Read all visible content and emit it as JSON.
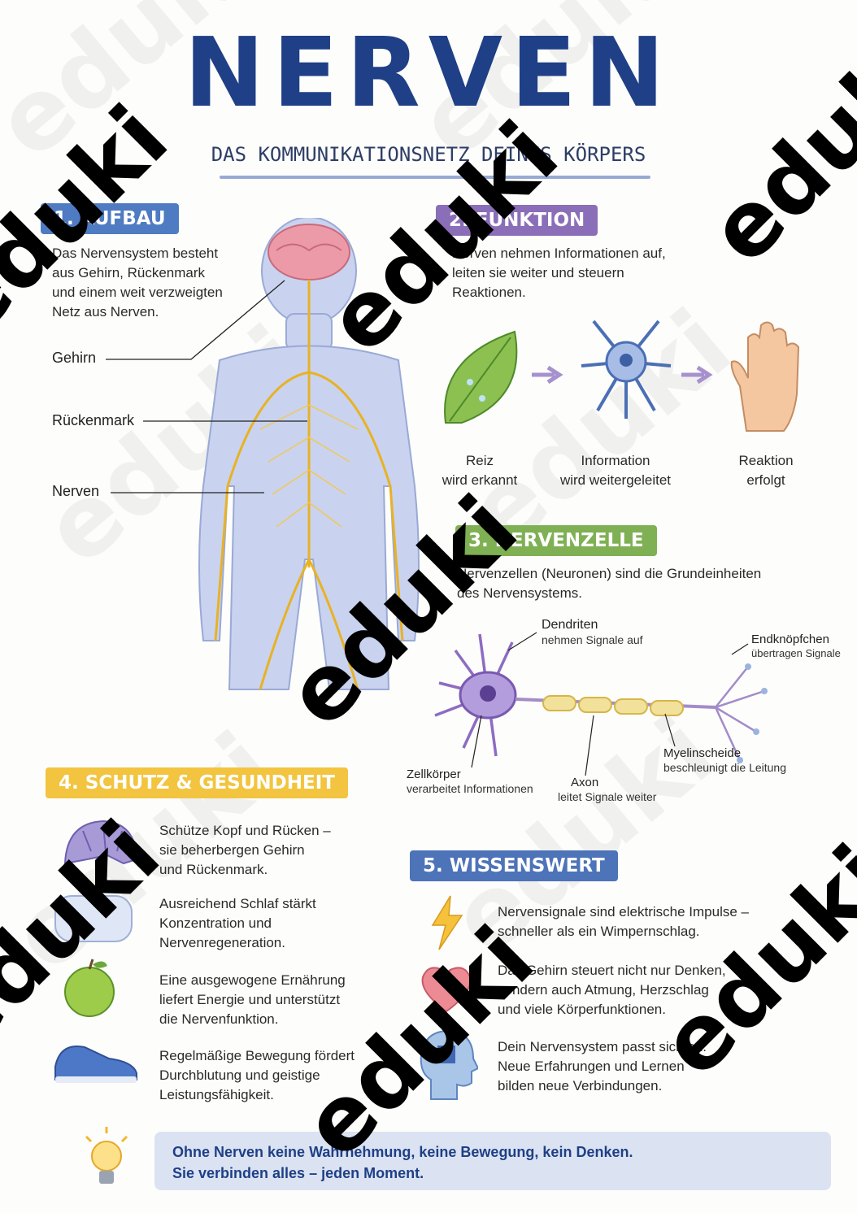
{
  "header": {
    "title": "NERVEN",
    "subtitle": "DAS KOMMUNIKATIONSNETZ DEINES KÖRPERS"
  },
  "aufbau": {
    "heading": "1. AUFBAU",
    "text": [
      "Das Nervensystem besteht",
      "aus Gehirn, Rückenmark",
      "und einem weit verzweigten",
      "Netz aus Nerven."
    ],
    "labels": [
      "Gehirn",
      "Rückenmark",
      "Nerven"
    ]
  },
  "funktion": {
    "heading": "2. FUNKTION",
    "text": [
      "Nerven nehmen Informationen auf,",
      "leiten sie weiter und steuern",
      "Reaktionen."
    ],
    "steps": [
      {
        "title": "Reiz",
        "sub": "wird erkannt"
      },
      {
        "title": "Information",
        "sub": "wird weitergeleitet"
      },
      {
        "title": "Reaktion",
        "sub": "erfolgt"
      }
    ]
  },
  "nervenzelle": {
    "heading": "3. NERVENZELLE",
    "text": [
      "Nervenzellen (Neuronen) sind die Grundeinheiten",
      "des Nervensystems."
    ],
    "parts": [
      {
        "name": "Dendriten",
        "desc": "nehmen Signale auf"
      },
      {
        "name": "Endknöpfchen",
        "desc": "übertragen Signale"
      },
      {
        "name": "Myelinscheide",
        "desc": "beschleunigt die Leitung"
      },
      {
        "name": "Zellkörper",
        "desc": "verarbeitet Informationen"
      },
      {
        "name": "Axon",
        "desc": "leitet Signale weiter"
      }
    ]
  },
  "schutz": {
    "heading": "4. SCHUTZ & GESUNDHEIT",
    "items": [
      {
        "icon": "helmet-icon",
        "lines": [
          "Schütze Kopf und Rücken –",
          "sie beherbergen Gehirn",
          "und Rückenmark."
        ]
      },
      {
        "icon": "pillow-icon",
        "lines": [
          "Ausreichend Schlaf stärkt",
          "Konzentration und",
          "Nervenregeneration."
        ]
      },
      {
        "icon": "apple-icon",
        "lines": [
          "Eine ausgewogene Ernährung",
          "liefert Energie und unterstützt",
          "die Nervenfunktion."
        ]
      },
      {
        "icon": "sneaker-icon",
        "lines": [
          "Regelmäßige Bewegung fördert",
          "Durchblutung und geistige",
          "Leistungsfähigkeit."
        ]
      }
    ]
  },
  "wissenswert": {
    "heading": "5. WISSENSWERT",
    "items": [
      {
        "icon": "lightning-icon",
        "lines": [
          "Nervensignale sind elektrische Impulse –",
          "schneller als ein Wimpernschlag."
        ]
      },
      {
        "icon": "heart-icon",
        "lines": [
          "Das Gehirn steuert nicht nur Denken,",
          "sondern auch Atmung, Herzschlag",
          "und viele Körperfunktionen."
        ]
      },
      {
        "icon": "puzzle-head-icon",
        "lines": [
          "Dein Nervensystem passt sich an.",
          "Neue Erfahrungen und Lernen",
          "bilden neue Verbindungen."
        ]
      }
    ]
  },
  "footer": {
    "lines": [
      "Ohne Nerven keine Wahrnehmung, keine Bewegung, kein Denken.",
      "Sie verbinden alles – jeden Moment."
    ]
  },
  "watermark": "eduki",
  "colors": {
    "title": "#1f3f86",
    "aufbau": "#4f7bc2",
    "funktion": "#8b6eb8",
    "nervenzelle": "#7fb053",
    "schutz": "#f2c43f",
    "wissenswert": "#4d73b8"
  }
}
